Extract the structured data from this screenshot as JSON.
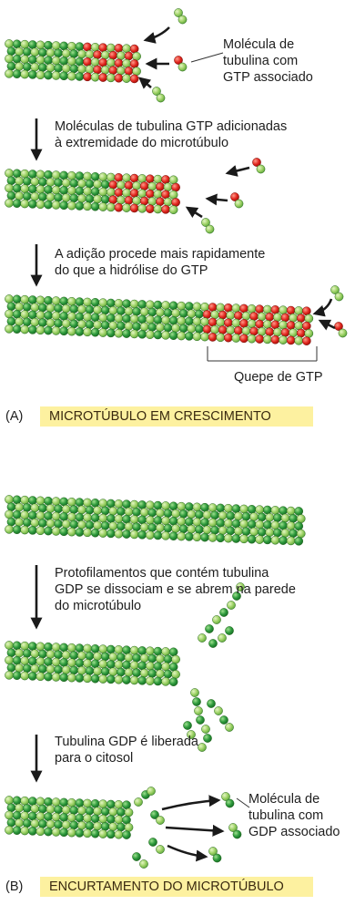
{
  "panel_a": {
    "tag": "(A)",
    "title": "MICROTÚBULO EM CRESCIMENTO",
    "callout_gtp_tubulin": "Molécula de\ntubulina com\nGTP associado",
    "step1": "Moléculas de tubulina GTP adicionadas\nà extremidade do microtúbulo",
    "step2": "A adição procede mais rapidamente\ndo que a hidrólise do GTP",
    "gtp_cap": "Quepe de GTP"
  },
  "panel_b": {
    "tag": "(B)",
    "title": "ENCURTAMENTO DO MICROTÚBULO",
    "step1": "Protofilamentos que contém tubulina\nGDP se dissociam e se abrem na parede\ndo microtúbulo",
    "step2": "Tubulina GDP é liberada\npara o citosol",
    "callout_gdp_tubulin": "Molécula de\ntubulina com\nGDP associado"
  },
  "colors": {
    "tubulin_light": "#a6d86a",
    "tubulin_dark": "#2e9a3a",
    "gtp_red": "#e0241c",
    "banner_yellow": "#fdf1a0",
    "arrow": "#1a1a1a"
  },
  "icons": [
    "down-arrow-icon",
    "curved-arrow-icon",
    "straight-arrow-icon"
  ]
}
